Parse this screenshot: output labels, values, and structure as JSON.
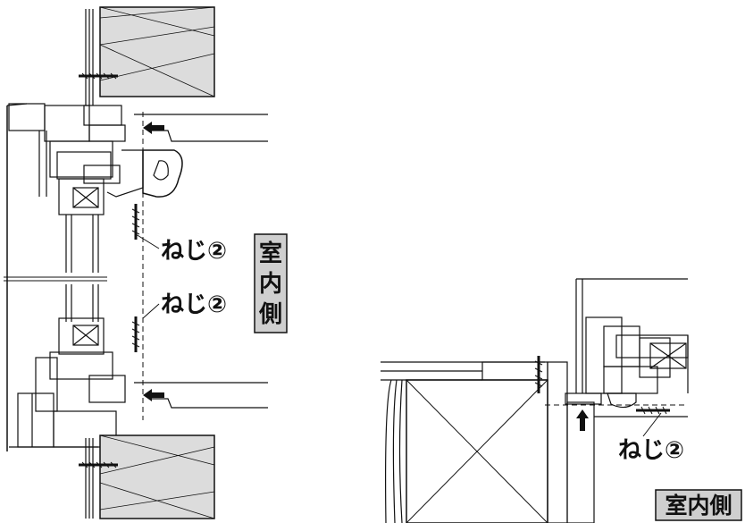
{
  "labels": {
    "screw_upper": "ねじ②",
    "screw_lower": "ねじ②",
    "screw_right": "ねじ②",
    "interior_vertical": [
      "室",
      "内",
      "側"
    ],
    "interior_horizontal": "室内側"
  },
  "colors": {
    "line": "#111111",
    "wall_gray": "#dcdcdc",
    "label_box": "#cfcfcf",
    "background": "#ffffff"
  }
}
